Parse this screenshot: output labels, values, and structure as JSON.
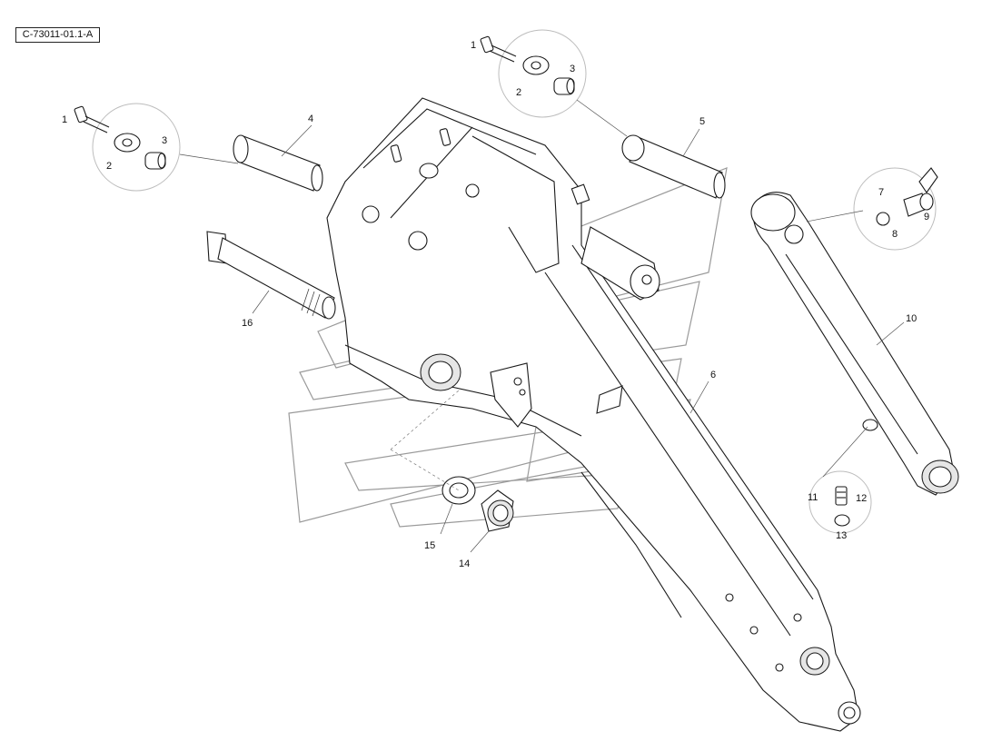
{
  "diagram": {
    "reference_code": "C-73011-01.1-A",
    "callouts": {
      "c1a": "1",
      "c2a": "2",
      "c3a": "3",
      "c1b": "1",
      "c2b": "2",
      "c3b": "3",
      "c4": "4",
      "c5": "5",
      "c6": "6",
      "c7": "7",
      "c8": "8",
      "c9": "9",
      "c10": "10",
      "c11": "11",
      "c12": "12",
      "c13": "13",
      "c14": "14",
      "c15": "15",
      "c16": "16"
    }
  }
}
